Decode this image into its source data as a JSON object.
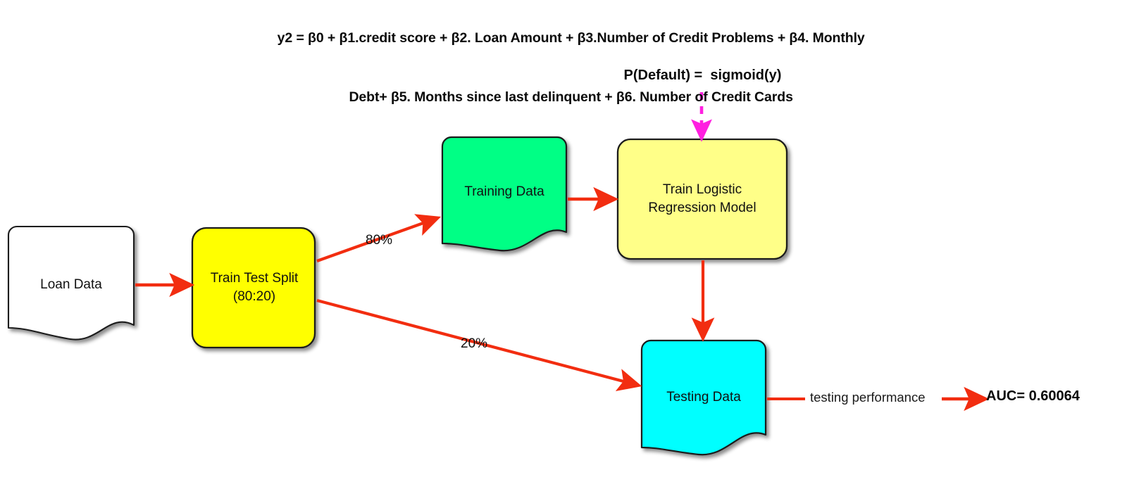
{
  "diagram": {
    "title_formula_line1": "y2 = β0 + β1.credit score + β2. Loan Amount + β3.Number of Credit Problems + β4. Monthly",
    "title_formula_line2": "Debt+ β5. Months since last delinquent + β6. Number of Credit Cards",
    "sigmoid_label": "P(Default) =  sigmoid(y)",
    "background_color": "#ffffff",
    "arrow_color": "#f22d10",
    "dashed_arrow_color": "#ff1fe0",
    "outline_color": "#1a1a1a"
  },
  "nodes": {
    "loan_data": {
      "label": "Loan Data",
      "shape": "document",
      "fill": "#ffffff"
    },
    "train_test_split": {
      "label": "Train Test Split\n(80:20)",
      "line1": "Train Test Split",
      "line2": "(80:20)",
      "shape": "rounded-rect",
      "fill": "#ffff00"
    },
    "training_data": {
      "label": "Training Data",
      "shape": "document",
      "fill": "#00ff85"
    },
    "train_model": {
      "label": "Train Logistic\nRegression Model",
      "line1": "Train Logistic",
      "line2": "Regression Model",
      "shape": "rounded-rect",
      "fill": "#ffff88"
    },
    "testing_data": {
      "label": "Testing Data",
      "shape": "document",
      "fill": "#00ffff"
    }
  },
  "edges": {
    "loan_to_split": {
      "label": ""
    },
    "split_to_training": {
      "label": "80%"
    },
    "split_to_testing": {
      "label": "20%"
    },
    "training_to_model": {
      "label": ""
    },
    "model_to_testing": {
      "label": ""
    },
    "testing_to_auc": {
      "label": "testing performance"
    },
    "sigmoid_to_model": {
      "label": "",
      "style": "dashed"
    }
  },
  "results": {
    "auc_label": "AUC= 0.60064",
    "auc_value": 0.60064,
    "metric_name": "AUC"
  }
}
